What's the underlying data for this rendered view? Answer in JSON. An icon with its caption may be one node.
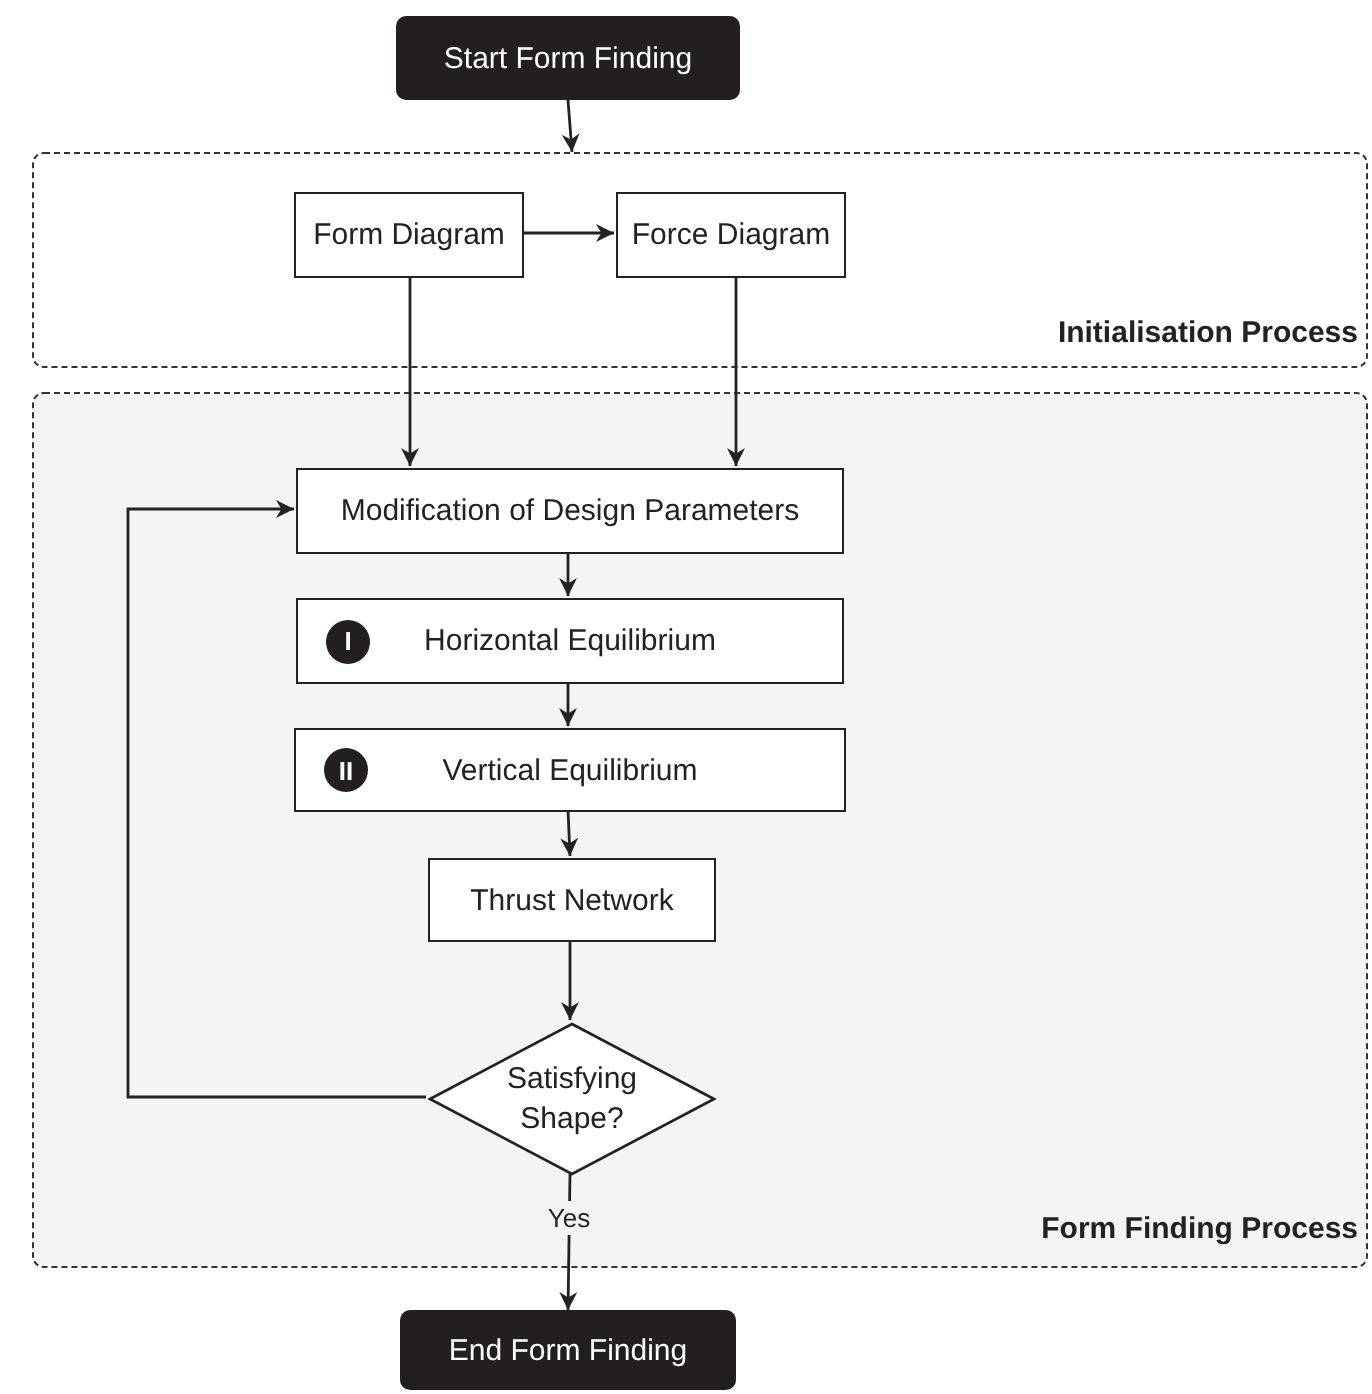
{
  "diagram": {
    "nodes": [
      {
        "text": [
          "Start Form Finding"
        ]
      },
      {
        "text": [
          "Initialisation Process"
        ]
      },
      {
        "text": [
          "Form Diagram"
        ],
        "in": 1
      },
      {
        "text": [
          "Force Diagram"
        ],
        "in": 1
      },
      {
        "text": [
          "Form Finding Process"
        ]
      },
      {
        "text": [
          "Modification of Design Parameters"
        ],
        "in": 4
      },
      {
        "text": [
          "I",
          "Horizontal Equilibrium"
        ],
        "in": 4
      },
      {
        "text": [
          "II",
          "Vertical Equilibrium"
        ],
        "in": 4
      },
      {
        "text": [
          "Thrust Network"
        ],
        "in": 4
      },
      {
        "text": [
          "Satisfying Shape?"
        ],
        "in": 4
      },
      {
        "text": [
          "End Form Finding"
        ]
      }
    ],
    "edges": [
      {
        "from": 0,
        "to": 1,
        "arrow": "to"
      },
      {
        "from": 2,
        "to": 3,
        "arrow": "to"
      },
      {
        "from": 2,
        "to": 5,
        "arrow": "to"
      },
      {
        "from": 3,
        "to": 5,
        "arrow": "to"
      },
      {
        "from": 5,
        "to": 6,
        "arrow": "to"
      },
      {
        "from": 6,
        "to": 7,
        "arrow": "to"
      },
      {
        "from": 7,
        "to": 8,
        "arrow": "to"
      },
      {
        "from": 8,
        "to": 9,
        "arrow": "to"
      },
      {
        "from": 9,
        "to": 5,
        "arrow": "to"
      },
      {
        "from": 9,
        "to": 10,
        "arrow": "to",
        "label": "Yes"
      }
    ]
  }
}
